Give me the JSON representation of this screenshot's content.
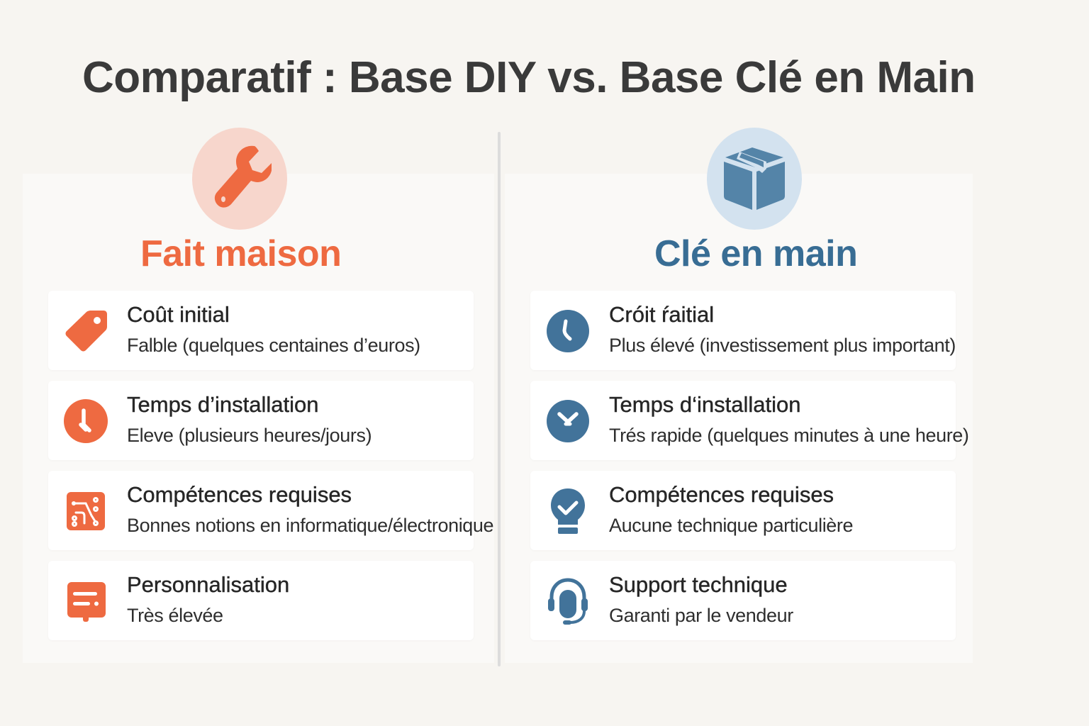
{
  "title": "Comparatif : Base DIY vs. Base Clé en Main",
  "colors": {
    "background": "#f7f5f1",
    "diy_accent": "#ee6a41",
    "diy_circle": "#f7d6cc",
    "turnkey_accent": "#386d94",
    "turnkey_icon": "#42739a",
    "turnkey_circle": "#d3e2ef",
    "divider": "#dcdcdc",
    "title_text": "#3a3a3a"
  },
  "columns": [
    {
      "heading": "Fait maison",
      "hero_icon": "wrench-icon",
      "rows": [
        {
          "icon": "price-tag-icon",
          "title": "Coût initial",
          "value": "Falble (quelques centaines d’euros)"
        },
        {
          "icon": "clock-icon",
          "title": "Temps d’installation",
          "value": "Eleve (plusieurs heures/jours)"
        },
        {
          "icon": "circuit-board-icon",
          "title": "Compétences requises",
          "value": "Bonnes notions en informatique/électronique"
        },
        {
          "icon": "message-bubble-icon",
          "title": "Personnalisation",
          "value": "Très élevée"
        }
      ]
    },
    {
      "heading": "Clé en main",
      "hero_icon": "package-box-icon",
      "rows": [
        {
          "icon": "clock-icon",
          "title": "Cróit ŕaitial",
          "value": "Plus élevé (investissement plus important)"
        },
        {
          "icon": "clock-check-icon",
          "title": "Temps d‘installation",
          "value": "Trés rapide (quelques minutes à une heure)"
        },
        {
          "icon": "lightbulb-check-icon",
          "title": "Compétences requises",
          "value": "Aucune technique particulière"
        },
        {
          "icon": "headset-icon",
          "title": "Support technique",
          "value": "Garanti par le vendeur"
        }
      ]
    }
  ]
}
